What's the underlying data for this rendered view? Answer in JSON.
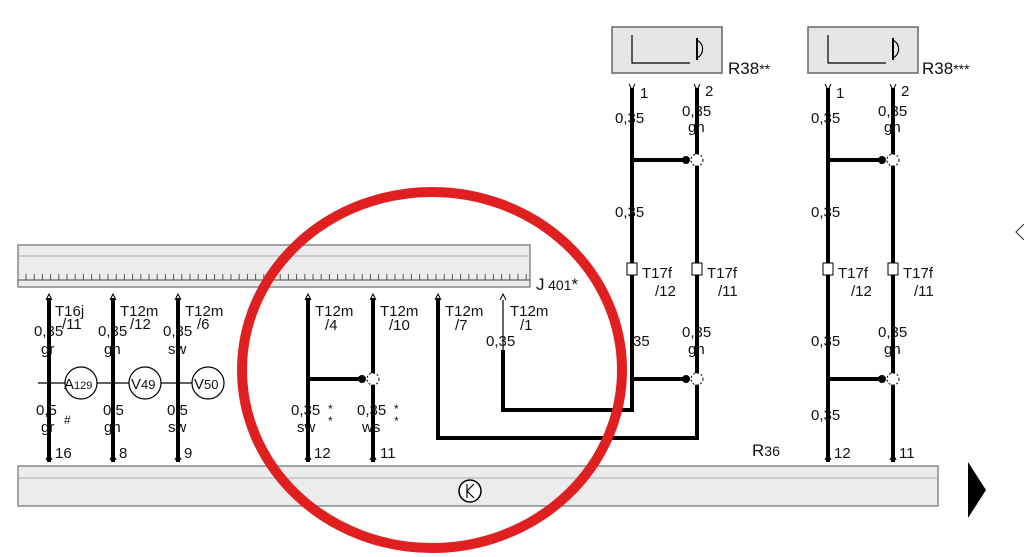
{
  "components": {
    "control_unit": "J",
    "control_unit_num": "401",
    "control_unit_star": "*",
    "sensor_1": "R38",
    "sensor_1_stars": "**",
    "sensor_2": "R38",
    "sensor_2_stars": "***",
    "radio": "R",
    "radio_num": "36"
  },
  "devices": [
    {
      "prefix": "A",
      "sub": "129"
    },
    {
      "prefix": "V",
      "sub": "49"
    },
    {
      "prefix": "V",
      "sub": "50"
    }
  ],
  "left_upper": [
    {
      "conn": "T16j",
      "pin": "/11",
      "size": "0,35",
      "color": "gr"
    },
    {
      "conn": "T12m",
      "pin": "/12",
      "size": "0,35",
      "color": "gn"
    },
    {
      "conn": "T12m",
      "pin": "/6",
      "size": "0,35",
      "color": "sw"
    }
  ],
  "left_lower": [
    {
      "size": "0,5",
      "color": "gr",
      "mark": "#",
      "term": "16"
    },
    {
      "size": "0,5",
      "color": "gn",
      "term": "8"
    },
    {
      "size": "0,5",
      "color": "sw",
      "term": "9"
    }
  ],
  "mid_conns": [
    {
      "conn": "T12m",
      "pin": "/4"
    },
    {
      "conn": "T12m",
      "pin": "/10"
    },
    {
      "conn": "T12m",
      "pin": "/7"
    },
    {
      "conn": "T12m",
      "pin": "/1",
      "size": "0,35"
    }
  ],
  "mid_lower": [
    {
      "size": "0,35",
      "color": "sw",
      "mark": "*",
      "term": "12"
    },
    {
      "size": "0,35",
      "color": "ws",
      "mark": "*",
      "term": "11"
    }
  ],
  "sensor_pins": {
    "p1": "1",
    "p2": "2"
  },
  "right_wiring": {
    "size": "0,35",
    "color": "gn",
    "conn": "T17f",
    "pin_a": "/12",
    "pin_b": "/11",
    "size_partial": "35",
    "term_a": "12",
    "term_b": "11"
  }
}
